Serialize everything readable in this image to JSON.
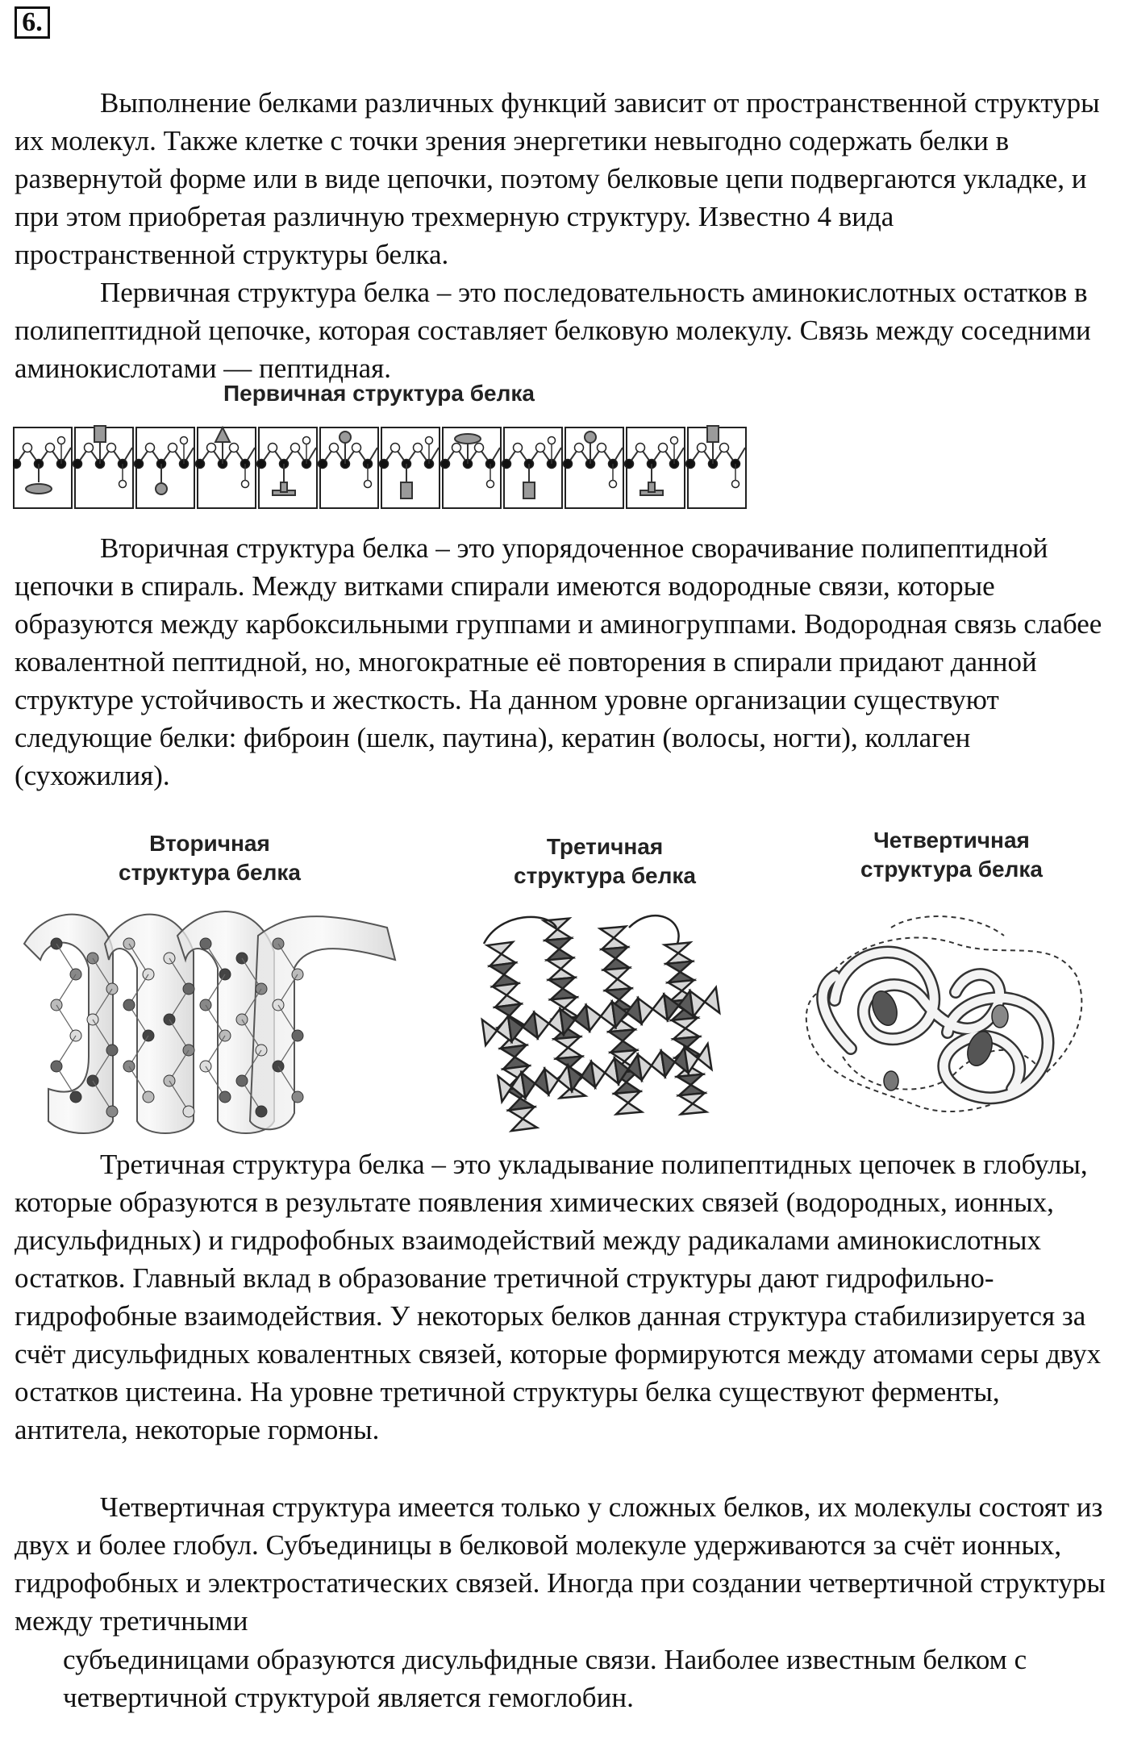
{
  "task_number": "6.",
  "paragraphs": {
    "p1": "Выполнение белками различных функций зависит от пространственной структуры их молекул. Также клетке с точки зрения энергетики невыгодно содержать белки в развернутой форме или в виде цепочки, поэтому белковые цепи подвергаются укладке, и при этом приобретая различную трехмерную структуру. Известно 4 вида пространственной структуры белка.",
    "p2": "Первичная структура белка – это последовательность аминокислотных остатков в полипептидной цепочке, которая составляет белковую молекулу. Связь между соседними аминокислотами — пептидная.",
    "p3": "Вторичная структура белка – это упорядоченное сворачивание полипептидной цепочки в спираль. Между витками спирали имеются водородные связи, которые образуются между карбоксильными группами и аминогруппами. Водородная связь слабее ковалентной пептидной, но, многократные её повторения в спирали придают данной структуре устойчивость и жесткость. На данном уровне организации существуют следующие белки: фиброин (шелк, паутина), кератин (волосы, ногти), коллаген (сухожилия).",
    "p4": "Третичная структура белка – это укладывание полипептидных цепочек в глобулы, которые образуются в результате появления химических связей (водородных, ионных, дисульфидных) и гидрофобных взаимодействий между радикалами аминокислотных остатков. Главный вклад в образование третичной структуры дают гидрофильно-гидрофобные взаимодействия. У некоторых белков данная структура стабилизируется за счёт дисульфидных ковалентных связей, которые формируются между атомами серы двух остатков цистеина. На уровне третичной структуры белка существуют ферменты, антитела, некоторые гормоны.",
    "p5": "Четвертичная структура имеется только у сложных белков, их молекулы состоят из двух и более глобул. Субъединицы в белковой молекуле удерживаются за счёт ионных, гидрофобных и электростатических связей. Иногда при создании четвертичной структуры между третичными",
    "p6": "субъединицами образуются дисульфидные связи. Наиболее известным белком с четвертичной структурой является гемоглобин."
  },
  "figures": {
    "primary_title": "Первичная структура белка",
    "secondary_title_1": "Вторичная",
    "secondary_title_2": "структура белка",
    "tertiary_title_1": "Третичная",
    "tertiary_title_2": "структура белка",
    "quaternary_title_1": "Четвертичная",
    "quaternary_title_2": "структура белка"
  }
}
